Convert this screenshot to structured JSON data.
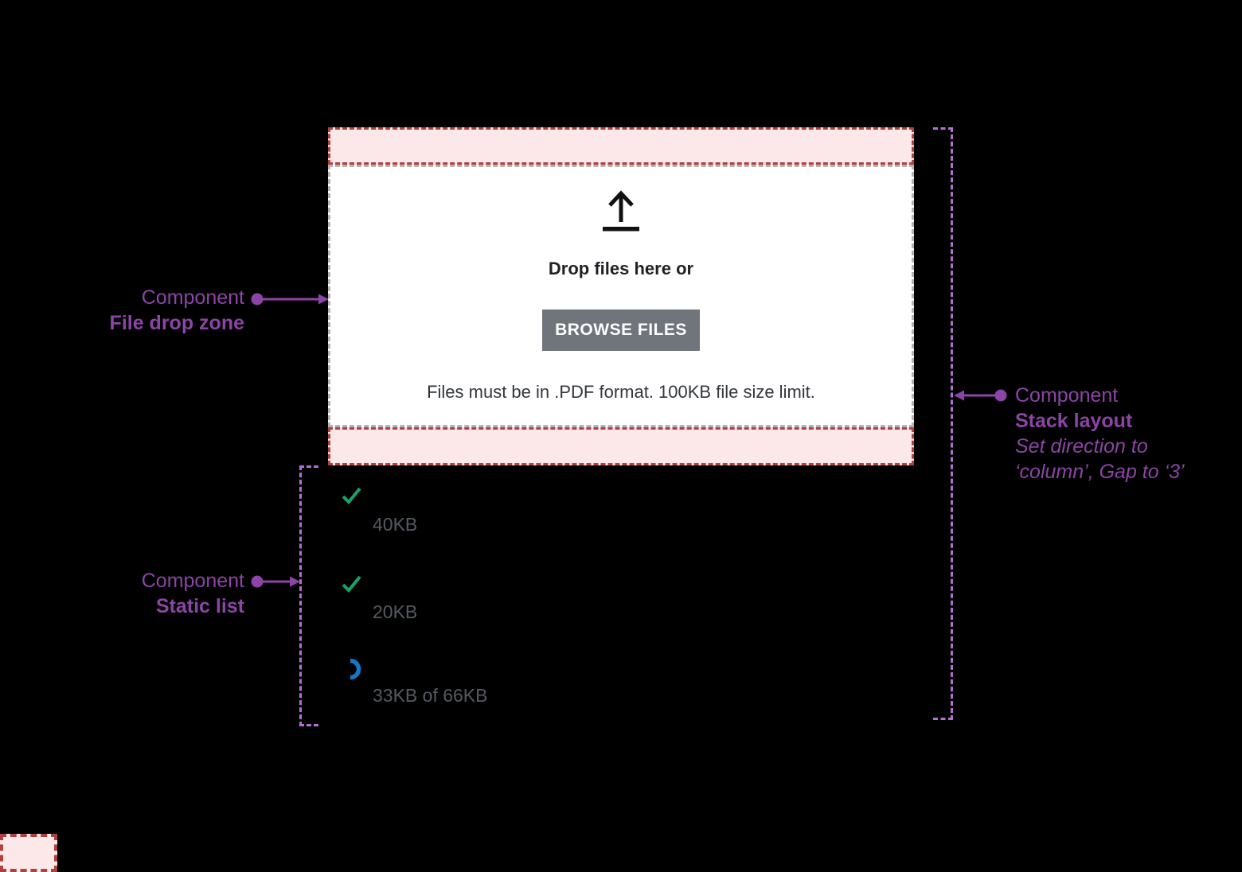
{
  "dropzone": {
    "upload_icon": "upload-arrow-icon",
    "title": "Drop files here or",
    "button_label": "BROWSE FILES",
    "hint": "Files must be in .PDF format. 100KB file size limit."
  },
  "file_list": {
    "items": [
      {
        "icon": "check-icon",
        "status": "uploaded",
        "size": "40KB"
      },
      {
        "icon": "check-icon",
        "status": "uploaded",
        "size": "20KB"
      },
      {
        "icon": "spinner-icon",
        "status": "uploading",
        "size": "33KB of 66KB"
      }
    ]
  },
  "annotations": {
    "drop_zone": {
      "eyebrow": "Component",
      "title": "File drop zone"
    },
    "static_list": {
      "eyebrow": "Component",
      "title": "Static list"
    },
    "stack_layout": {
      "eyebrow": "Component",
      "title": "Stack layout",
      "note_line1": "Set direction to",
      "note_line2": "‘column’, Gap to ‘3’"
    }
  },
  "colors": {
    "background": "#000000",
    "annotation_purple": "#8c44a6",
    "guide_purple": "#b46fd2",
    "dropzone_border_red": "#b0413e",
    "dropzone_pink": "#fce8e8",
    "inner_dash_gray": "#b3b3b3",
    "button_gray": "#70747b",
    "button_text": "#ffffff",
    "check_green": "#18a368",
    "spinner_blue": "#1478c8",
    "list_text_gray": "#555a62",
    "dark_text": "#1f2124"
  }
}
